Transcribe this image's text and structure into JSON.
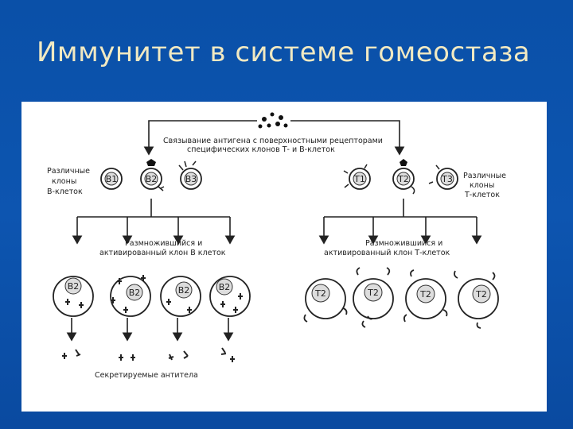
{
  "title": "Иммунитет в системе гомеостаза",
  "diagram": {
    "top_caption_line1": "Связывание антигена с поверхностными рецепторами",
    "top_caption_line2": "специфических клонов Т- и В-клеток",
    "b_clones_label": [
      "Различные",
      "клоны",
      "В-клеток"
    ],
    "t_clones_label": [
      "Различные",
      "клоны",
      "Т-клеток"
    ],
    "b_cells": [
      "B1",
      "B2",
      "B3"
    ],
    "t_cells": [
      "T1",
      "T2",
      "T3"
    ],
    "b_expanded_line1": "Размножившийся и",
    "b_expanded_line2": "активированный клон В клеток",
    "t_expanded_line1": "Размножившийся и",
    "t_expanded_line2": "активированный клон Т-клеток",
    "b_expanded_cell": "B2",
    "t_expanded_cell": "T2",
    "antibodies_label": "Секретируемые антитела"
  }
}
